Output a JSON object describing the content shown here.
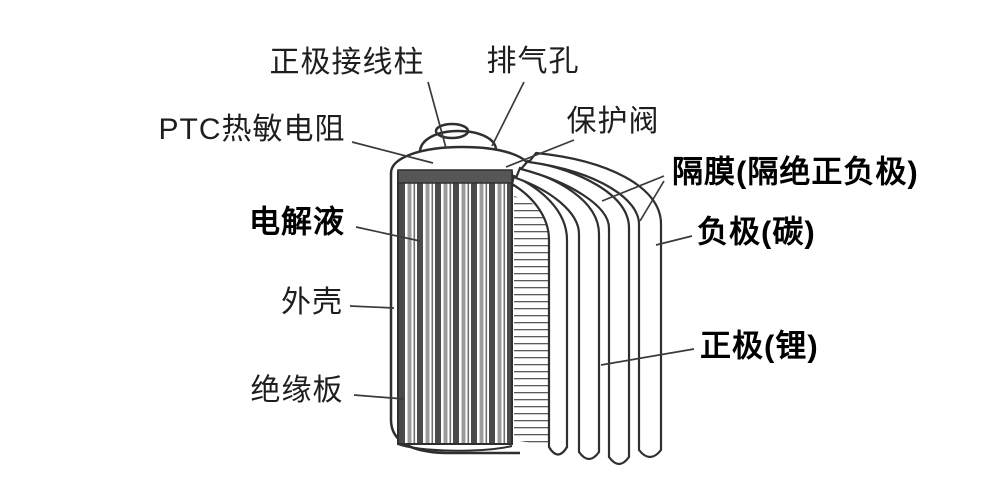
{
  "figure": {
    "background": "#ffffff",
    "line_color": "#3a3a3a",
    "text_color": "#1e1e1e",
    "bold_text_color": "#000000",
    "labels": {
      "positive_terminal": {
        "text": "正极接线柱"
      },
      "vent_hole": {
        "text": "排气孔"
      },
      "ptc_thermistor": {
        "text": "PTC热敏电阻"
      },
      "protection_valve": {
        "text": "保护阀"
      },
      "separator": {
        "text": "隔膜(隔绝正负极)"
      },
      "electrolyte": {
        "text": "电解液"
      },
      "negative_electrode": {
        "text": "负极(碳)"
      },
      "shell": {
        "text": "外壳"
      },
      "positive_electrode": {
        "text": "正极(锂)"
      },
      "insulation_plate": {
        "text": "绝缘板"
      }
    }
  }
}
